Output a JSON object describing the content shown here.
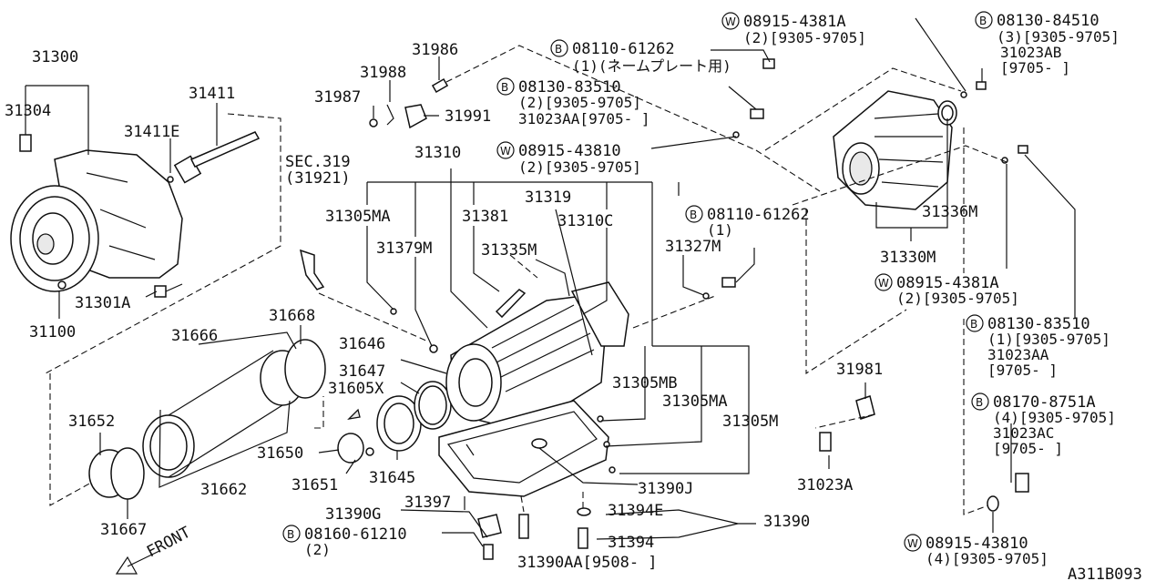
{
  "labels": {
    "l31300": "31300",
    "l31304": "31304",
    "l31411": "31411",
    "l31411e": "31411E",
    "l31100": "31100",
    "l31301a": "31301A",
    "lsec": "SEC.319",
    "lsec2": "(31921)",
    "l31986": "31986",
    "l31988": "31988",
    "l31987": "31987",
    "l31991": "31991",
    "l31310": "31310",
    "l31305ma": "31305MA",
    "l31379m": "31379M",
    "l31381": "31381",
    "l31319": "31319",
    "l31310c": "31310C",
    "l31335m": "31335M",
    "l31327m": "31327M",
    "l31646": "31646",
    "l31647": "31647",
    "l31605x": "31605X",
    "l31668": "31668",
    "l31666": "31666",
    "l31652": "31652",
    "l31650": "31650",
    "l31651": "31651",
    "l31645": "31645",
    "l31662": "31662",
    "l31667": "31667",
    "l31305mb": "31305MB",
    "l31305ma2": "31305MA",
    "l31305m": "31305M",
    "l31390j": "31390J",
    "l31390g": "31390G",
    "l31397": "31397",
    "l31394e": "31394E",
    "l31390": "31390",
    "l31394": "31394",
    "l31390aa": "31390AA[9508-    ]",
    "l31981": "31981",
    "l31023a": "31023A",
    "l31336m": "31336M",
    "l31330m": "31330M",
    "front": "FRONT",
    "code": "A311B093",
    "b1_num": "08110-61262",
    "b1_sub": "(1)(ネームプレート用)",
    "b2_num": "08130-83510",
    "b2_sub": "(2)[9305-9705]",
    "b2_sub2": "31023AA[9705-    ]",
    "w1_num": "08915-43810",
    "w1_sub": "(2)[9305-9705]",
    "w2_num": "08915-4381A",
    "w2_sub": "(2)[9305-9705]",
    "b3_num": "08130-84510",
    "b3_sub": "(3)[9305-9705]",
    "b3_sub2": "31023AB",
    "b3_sub3": "[9705-    ]",
    "b4_num": "08110-61262",
    "b4_sub": "(1)",
    "w3_num": "08915-4381A",
    "w3_sub": "(2)[9305-9705]",
    "b5_num": "08130-83510",
    "b5_sub": "(1)[9305-9705]",
    "b5_sub2": "31023AA",
    "b5_sub3": "[9705-    ]",
    "b6_num": "08170-8751A",
    "b6_sub": "(4)[9305-9705]",
    "b6_sub2": "31023AC",
    "b6_sub3": "[9705-    ]",
    "w4_num": "08915-43810",
    "w4_sub": "(4)[9305-9705]",
    "b7_num": "08160-61210",
    "b7_sub": "(2)",
    "mark_b": "B",
    "mark_w": "W"
  }
}
